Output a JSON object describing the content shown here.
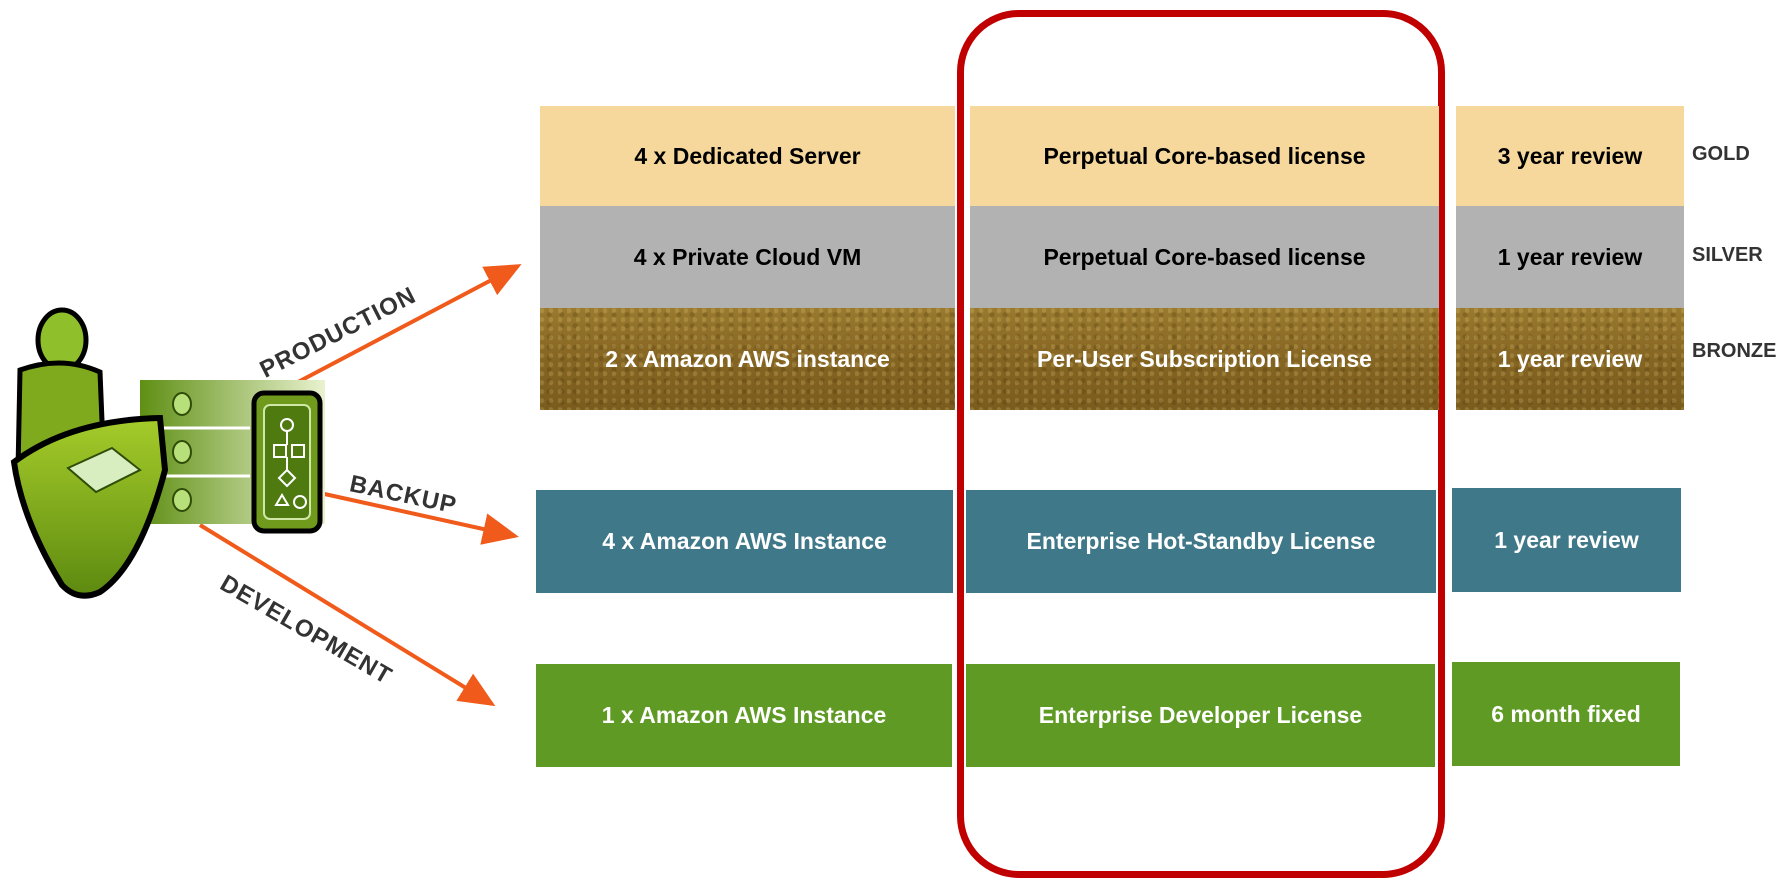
{
  "tiers": [
    "GOLD",
    "SILVER",
    "BRONZE"
  ],
  "environments": {
    "production": "PRODUCTION",
    "backup": "BACKUP",
    "development": "DEVELOPMENT"
  },
  "rows": {
    "gold": {
      "resource": "4 x Dedicated Server",
      "license": "Perpetual Core-based license",
      "review": "3 year review"
    },
    "silver": {
      "resource": "4 x Private Cloud VM",
      "license": "Perpetual Core-based license",
      "review": "1 year review"
    },
    "bronze": {
      "resource": "2 x Amazon AWS instance",
      "license": "Per-User Subscription License",
      "review": "1 year review"
    },
    "backup": {
      "resource": "4 x Amazon AWS Instance",
      "license": "Enterprise Hot-Standby License",
      "review": "1 year review"
    },
    "dev": {
      "resource": "1 x Amazon AWS Instance",
      "license": "Enterprise Developer License",
      "review": "6 month fixed"
    }
  },
  "colors": {
    "gold": "#f6d89d",
    "silver": "#b2b2b2",
    "bronze": "#8a6a24",
    "backup": "#3f7888",
    "dev": "#5e9a24",
    "arrow": "#f05a1a",
    "highlight": "#c00000",
    "figure": "#7fae1a"
  },
  "icons": [
    "user-at-server-icon",
    "workflow-diagram-icon"
  ]
}
